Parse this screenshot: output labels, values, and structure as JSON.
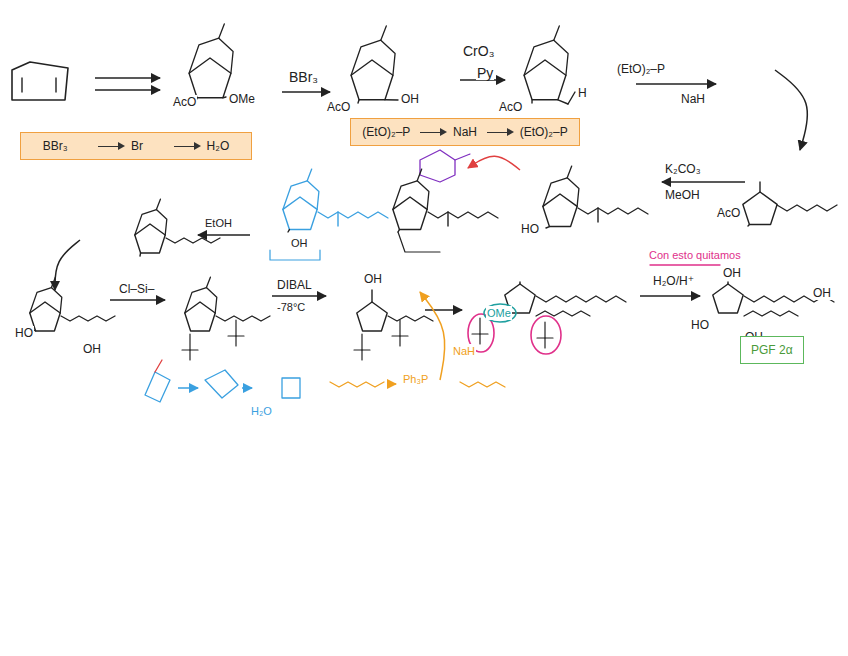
{
  "diagram": {
    "nodes": [
      {
        "text": [
          "(EtO)₂–P",
          "NaH",
          "(EtO)₂–P"
        ]
      },
      {
        "text": [
          "BBr₃",
          "Br",
          "H₂O"
        ]
      },
      {
        "text": [
          "PGF 2α"
        ]
      }
    ],
    "labels": [
      "AcO",
      "OMe",
      "BBr₃",
      "AcO",
      "OH",
      "CrO₃",
      "Py",
      "AcO",
      "H",
      "(EtO)₂–P",
      "NaH",
      "K₂CO₃",
      "MeOH",
      "AcO",
      "HO",
      "EtOH",
      "OH",
      "HO",
      "OH",
      "Cl–Si–",
      "DIBAL",
      "-78°C",
      "OH",
      "OMe",
      "NaH",
      "Ph₃P",
      "H₂O",
      "Con esto quitamos",
      "H₂O/H⁺",
      "OH",
      "HO",
      "OH",
      "OH"
    ]
  }
}
